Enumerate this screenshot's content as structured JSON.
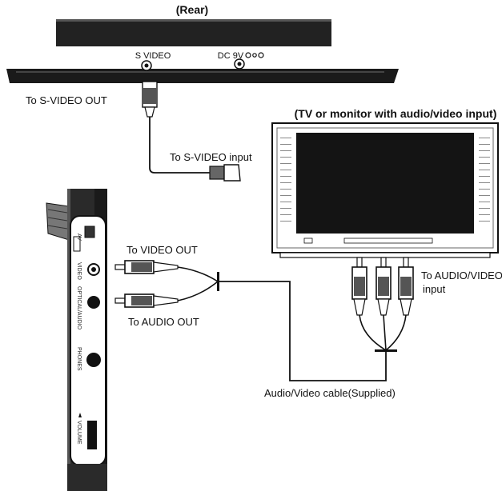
{
  "rear_title": "(Rear)",
  "tv_title": "(TV or monitor with audio/video input)",
  "rear_ports": {
    "s_video": "S  VIDEO",
    "dc": "DC 9V"
  },
  "labels": {
    "to_s_video_out": "To S-VIDEO OUT",
    "to_s_video_input": "To S-VIDEO input",
    "to_video_out": "To VIDEO OUT",
    "to_audio_out": "To AUDIO OUT",
    "to_av_input_line1": "To AUDIO/VIDEO",
    "to_av_input_line2": "input",
    "cable": "Audio/Video cable(Supplied)"
  },
  "side_panel": {
    "video": "VIDEO",
    "optical_audio": "OPTICAL/AUDIO",
    "phones": "PHONES",
    "volume": "VOLUME",
    "av": "AV"
  }
}
